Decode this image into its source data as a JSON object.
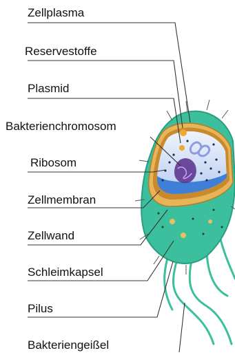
{
  "labels": [
    {
      "key": "zellplasma",
      "text": "Zellplasma"
    },
    {
      "key": "reservestoffe",
      "text": "Reservestoffe"
    },
    {
      "key": "plasmid",
      "text": "Plasmid"
    },
    {
      "key": "bakterienchromosom",
      "text": "Bakterienchromosom"
    },
    {
      "key": "ribosom",
      "text": "Ribosom"
    },
    {
      "key": "zellmembran",
      "text": "Zellmembran"
    },
    {
      "key": "zellwand",
      "text": "Zellwand"
    },
    {
      "key": "schleimkapsel",
      "text": "Schleimkapsel"
    },
    {
      "key": "pilus",
      "text": "Pilus"
    },
    {
      "key": "bakteriengeissel",
      "text": "Bakteriengeißel"
    }
  ],
  "colors": {
    "capsule": "#3bbf9c",
    "capsule_dark": "#2a9f80",
    "cell_wall": "#e8b45a",
    "membrane": "#c98a2e",
    "cytoplasm_top": "#e6eefa",
    "cytoplasm_bottom": "#b9cdf0",
    "nucleoid": "#5a2e8c",
    "plasmid": "#9aa8e8",
    "reserve": "#f0a830",
    "pilus": "#3bbf9c",
    "leader": "#333333"
  }
}
